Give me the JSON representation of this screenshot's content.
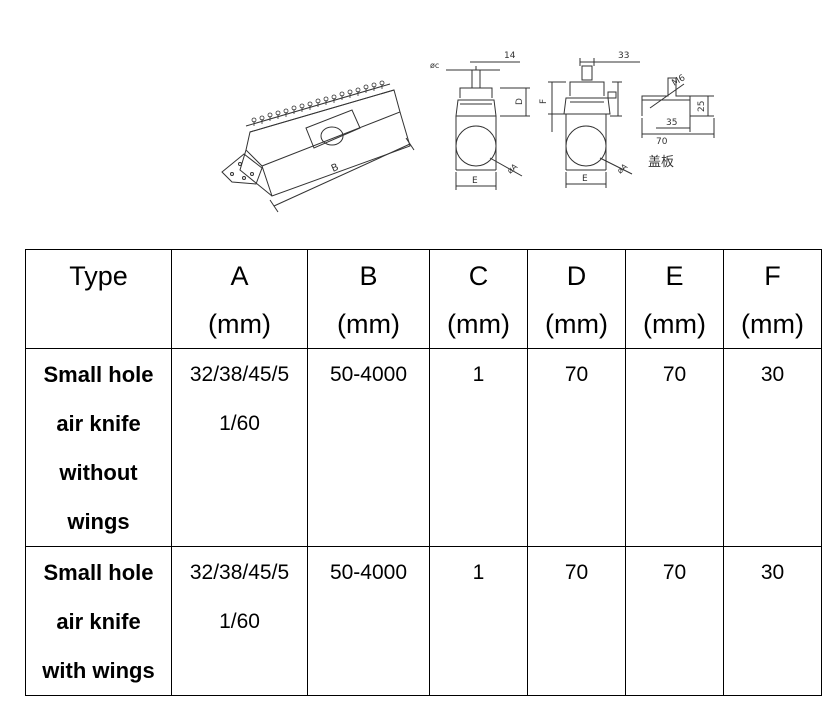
{
  "drawing": {
    "isometric": {
      "dim_b": "B"
    },
    "front_view": {
      "dim_c": "øc",
      "dim_14": "14",
      "dim_d": "D",
      "dim_e": "E",
      "dim_a": "øA"
    },
    "side_view": {
      "dim_33": "33",
      "dim_f": "F",
      "dim_e": "E",
      "dim_a": "øA"
    },
    "cover_plate": {
      "thread": "M6",
      "dim_25": "25",
      "dim_35": "35",
      "dim_70": "70",
      "caption": "盖板"
    }
  },
  "table": {
    "headers": [
      {
        "name": "Type",
        "unit": ""
      },
      {
        "name": "A",
        "unit": "(mm)"
      },
      {
        "name": "B",
        "unit": "(mm)"
      },
      {
        "name": "C",
        "unit": "(mm)"
      },
      {
        "name": "D",
        "unit": "(mm)"
      },
      {
        "name": "E",
        "unit": "(mm)"
      },
      {
        "name": "F",
        "unit": "(mm)"
      }
    ],
    "rows": [
      {
        "type_lines": [
          "Small hole",
          "air knife",
          "without",
          "wings"
        ],
        "a_lines": [
          "32/38/45/5",
          "1/60"
        ],
        "b": "50-4000",
        "c": "1",
        "d": "70",
        "e": "70",
        "f": "30"
      },
      {
        "type_lines": [
          "Small hole",
          "air knife",
          "with wings"
        ],
        "a_lines": [
          "32/38/45/5",
          "1/60"
        ],
        "b": "50-4000",
        "c": "1",
        "d": "70",
        "e": "70",
        "f": "30"
      }
    ]
  }
}
